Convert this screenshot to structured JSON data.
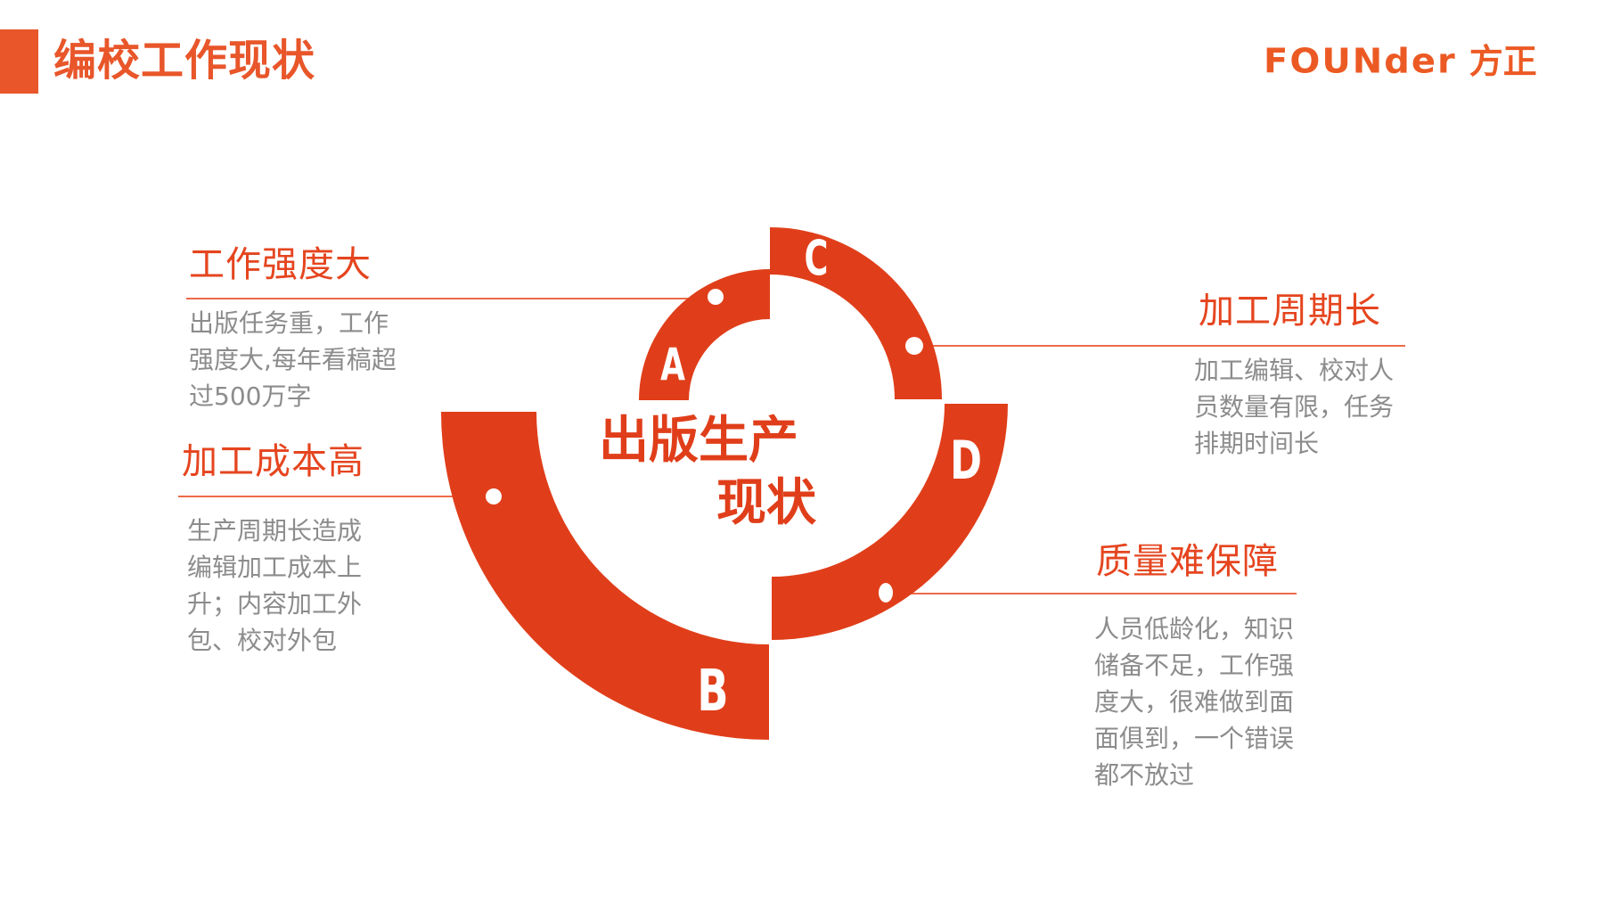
{
  "header": {
    "title": "编校工作现状",
    "accent_color": "#E8562A"
  },
  "logo": {
    "word": "FOUNder",
    "cn": "方正"
  },
  "diagram": {
    "center_line1": "出版生产",
    "center_line2": "现状",
    "arc_color": "#E03E1A",
    "line_color": "#EE6A4A",
    "segments": [
      {
        "letter": "A",
        "title": "工作强度大",
        "body": "出版任务重，工作\n强度大,每年看稿超\n过500万字"
      },
      {
        "letter": "B",
        "title": "加工成本高",
        "body": "生产周期长造成\n编辑加工成本上\n升；内容加工外\n包、校对外包"
      },
      {
        "letter": "C",
        "title": "加工周期长",
        "body": "加工编辑、校对人\n员数量有限，任务\n排期时间长"
      },
      {
        "letter": "D",
        "title": "质量难保障",
        "body": "人员低龄化，知识\n储备不足，工作强\n度大，很难做到面\n面俱到，一个错误\n都不放过"
      }
    ]
  }
}
